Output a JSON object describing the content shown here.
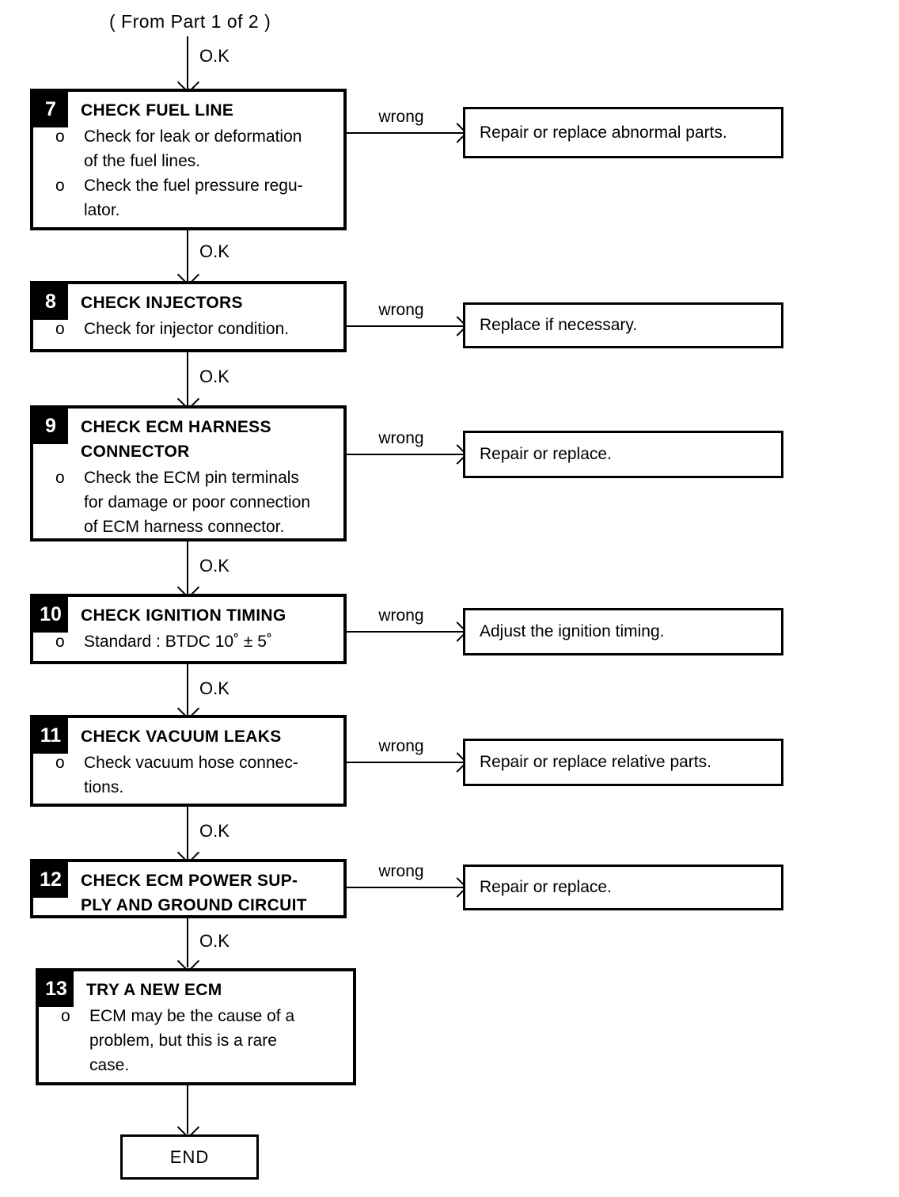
{
  "meta": {
    "from_label": "( From Part 1 of 2 )",
    "ok_label": "O.K",
    "wrong_label": "wrong",
    "end_label": "END",
    "bullet_marker": "o",
    "line_color": "#000000",
    "tile_bg": "#000000",
    "tile_fg": "#ffffff"
  },
  "steps": [
    {
      "number": "7",
      "title": "CHECK FUEL LINE",
      "bullets": [
        "Check for leak or deformation\nof the fuel lines.",
        "Check the fuel pressure regu-\nlator."
      ],
      "remedy": "Repair or replace abnormal parts."
    },
    {
      "number": "8",
      "title": "CHECK INJECTORS",
      "bullets": [
        "Check for injector condition."
      ],
      "remedy": "Replace if necessary."
    },
    {
      "number": "9",
      "title": "CHECK ECM HARNESS\nCONNECTOR",
      "bullets": [
        "Check the ECM pin terminals\nfor damage or poor connection\nof ECM harness connector."
      ],
      "remedy": "Repair or replace."
    },
    {
      "number": "10",
      "title": "CHECK IGNITION TIMING",
      "bullets": [
        "Standard : BTDC 10˚ ± 5˚"
      ],
      "remedy": "Adjust the ignition timing."
    },
    {
      "number": "11",
      "title": "CHECK VACUUM LEAKS",
      "bullets": [
        "Check vacuum hose connec-\ntions."
      ],
      "remedy": "Repair or replace relative parts."
    },
    {
      "number": "12",
      "title": "CHECK ECM POWER SUP-\nPLY AND GROUND CIRCUIT",
      "bullets": [],
      "remedy": "Repair or replace."
    },
    {
      "number": "13",
      "title": "TRY A NEW ECM",
      "bullets": [
        "ECM may be the cause of a\nproblem, but this is a rare\ncase."
      ],
      "remedy": null
    }
  ]
}
